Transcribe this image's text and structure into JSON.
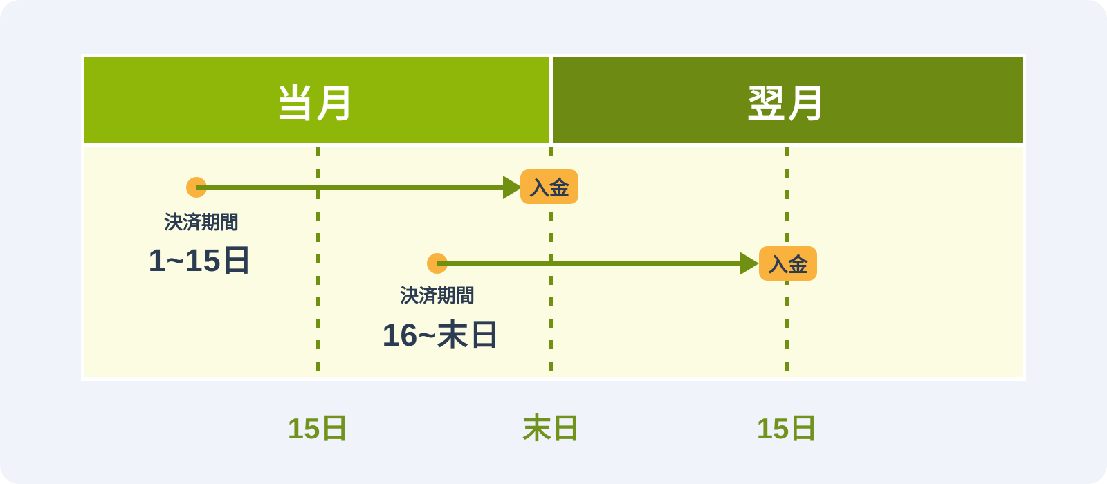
{
  "diagram": {
    "title_semantic": "payment-deposit-schedule-timeline",
    "months": [
      {
        "label": "当月"
      },
      {
        "label": "翌月"
      }
    ],
    "timelines": [
      {
        "period_label": "決済期間",
        "range": "1~15日",
        "deposit_label": "入金"
      },
      {
        "period_label": "決済期間",
        "range": "16~末日",
        "deposit_label": "入金"
      }
    ],
    "axis_ticks": [
      {
        "label": "15日"
      },
      {
        "label": "末日"
      },
      {
        "label": "15日"
      }
    ],
    "colors": {
      "background": "#f0f3f9",
      "month_current_green": "#8fb70a",
      "month_next_green": "#6d8a12",
      "arrow_olive": "#6f9010",
      "panel_yellow": "#fbfce2",
      "accent_orange": "#f9b23e",
      "text_navy": "#2b3b52",
      "tick_green": "#71921d"
    }
  }
}
